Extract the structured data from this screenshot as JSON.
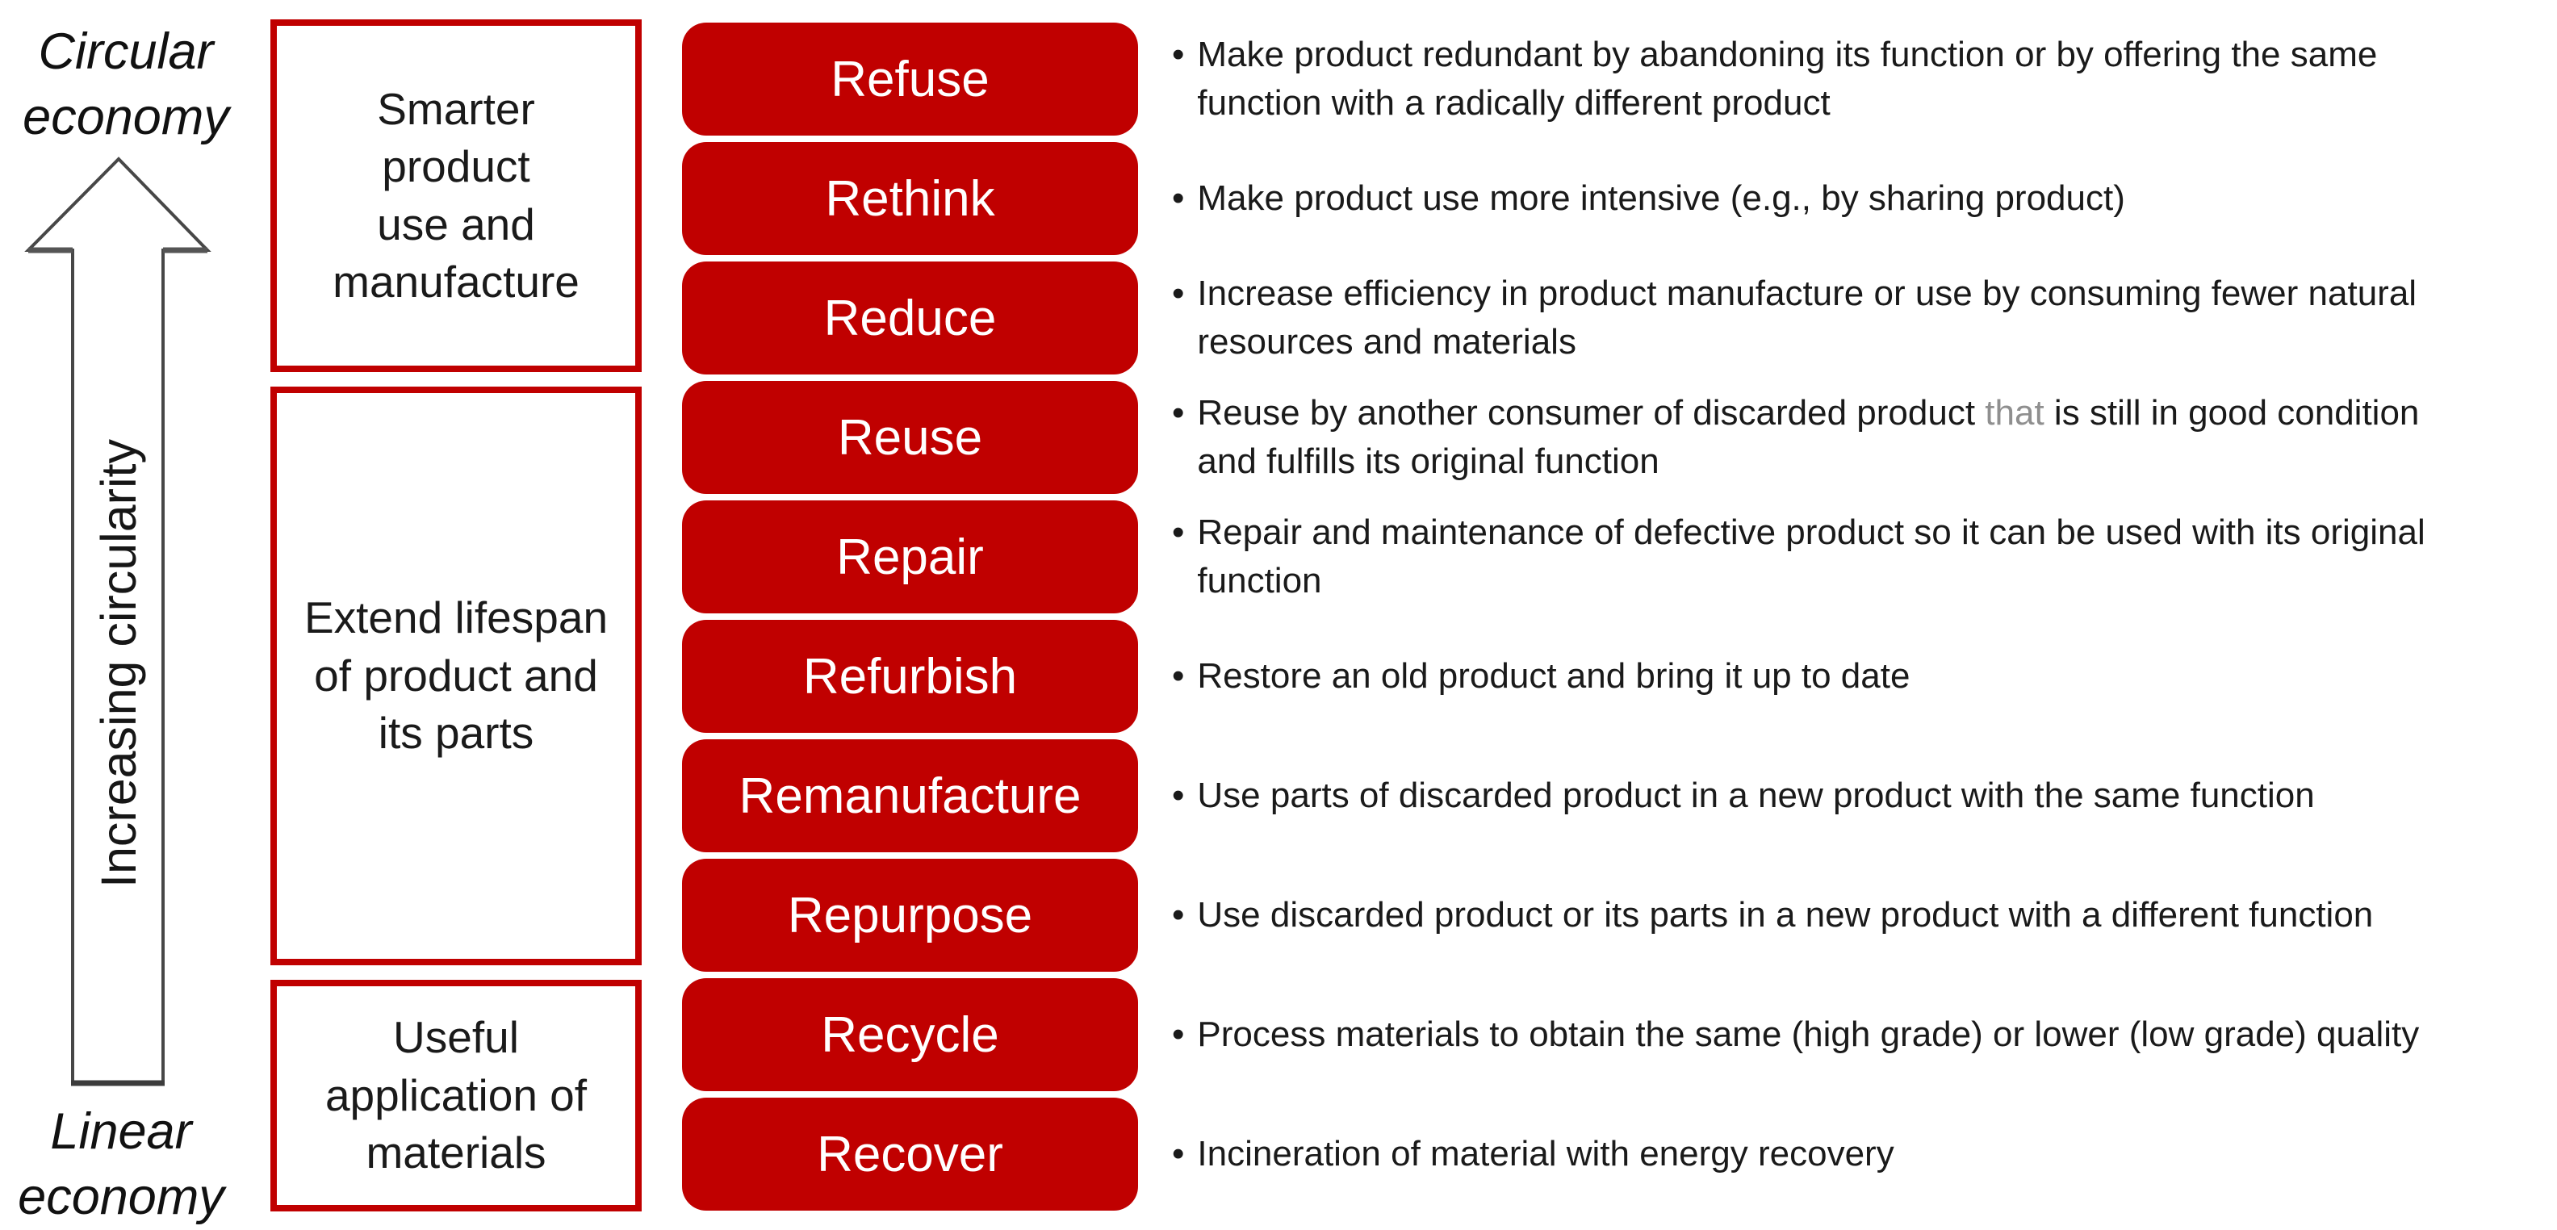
{
  "palette": {
    "red": "#c00000",
    "arrow_outline": "#474747",
    "text": "#1a1a1a",
    "muted_text": "#8f8f8f",
    "pill_text": "#ffffff",
    "background": "#ffffff"
  },
  "axis": {
    "top_label": "Circular\neconomy",
    "arrow_label": "Increasing circularity",
    "bottom_label": "Linear\neconomy"
  },
  "bullet_char": "•",
  "groups": [
    {
      "label": "Smarter\nproduct\nuse and\nmanufacture"
    },
    {
      "label": "Extend lifespan\nof product and\nits parts"
    },
    {
      "label": "Useful\napplication of\nmaterials"
    }
  ],
  "strategies": [
    {
      "name": "Refuse",
      "description": [
        {
          "text": "Make product redundant by abandoning its function or by offering the same\nfunction with a radically different product"
        }
      ]
    },
    {
      "name": "Rethink",
      "description": [
        {
          "text": "Make product use more intensive (e.g., by sharing product)"
        }
      ]
    },
    {
      "name": "Reduce",
      "description": [
        {
          "text": "Increase efficiency in product manufacture or use by consuming fewer natural\nresources and materials"
        }
      ]
    },
    {
      "name": "Reuse",
      "description": [
        {
          "text": "Reuse by another consumer of discarded product "
        },
        {
          "text": "that",
          "muted": true
        },
        {
          "text": " is still in good condition\nand fulfills its original function"
        }
      ]
    },
    {
      "name": "Repair",
      "description": [
        {
          "text": "Repair and maintenance of defective product so it can be used with its original\nfunction"
        }
      ]
    },
    {
      "name": "Refurbish",
      "description": [
        {
          "text": "Restore an old product and bring it up to date"
        }
      ]
    },
    {
      "name": "Remanufacture",
      "description": [
        {
          "text": "Use parts of discarded product in a new product with the same function"
        }
      ]
    },
    {
      "name": "Repurpose",
      "description": [
        {
          "text": "Use discarded product or its parts in a new product with a different function"
        }
      ]
    },
    {
      "name": "Recycle",
      "description": [
        {
          "text": "Process materials to obtain the same (high grade) or lower (low grade) quality"
        }
      ]
    },
    {
      "name": "Recover",
      "description": [
        {
          "text": "Incineration of material with energy recovery"
        }
      ]
    }
  ]
}
